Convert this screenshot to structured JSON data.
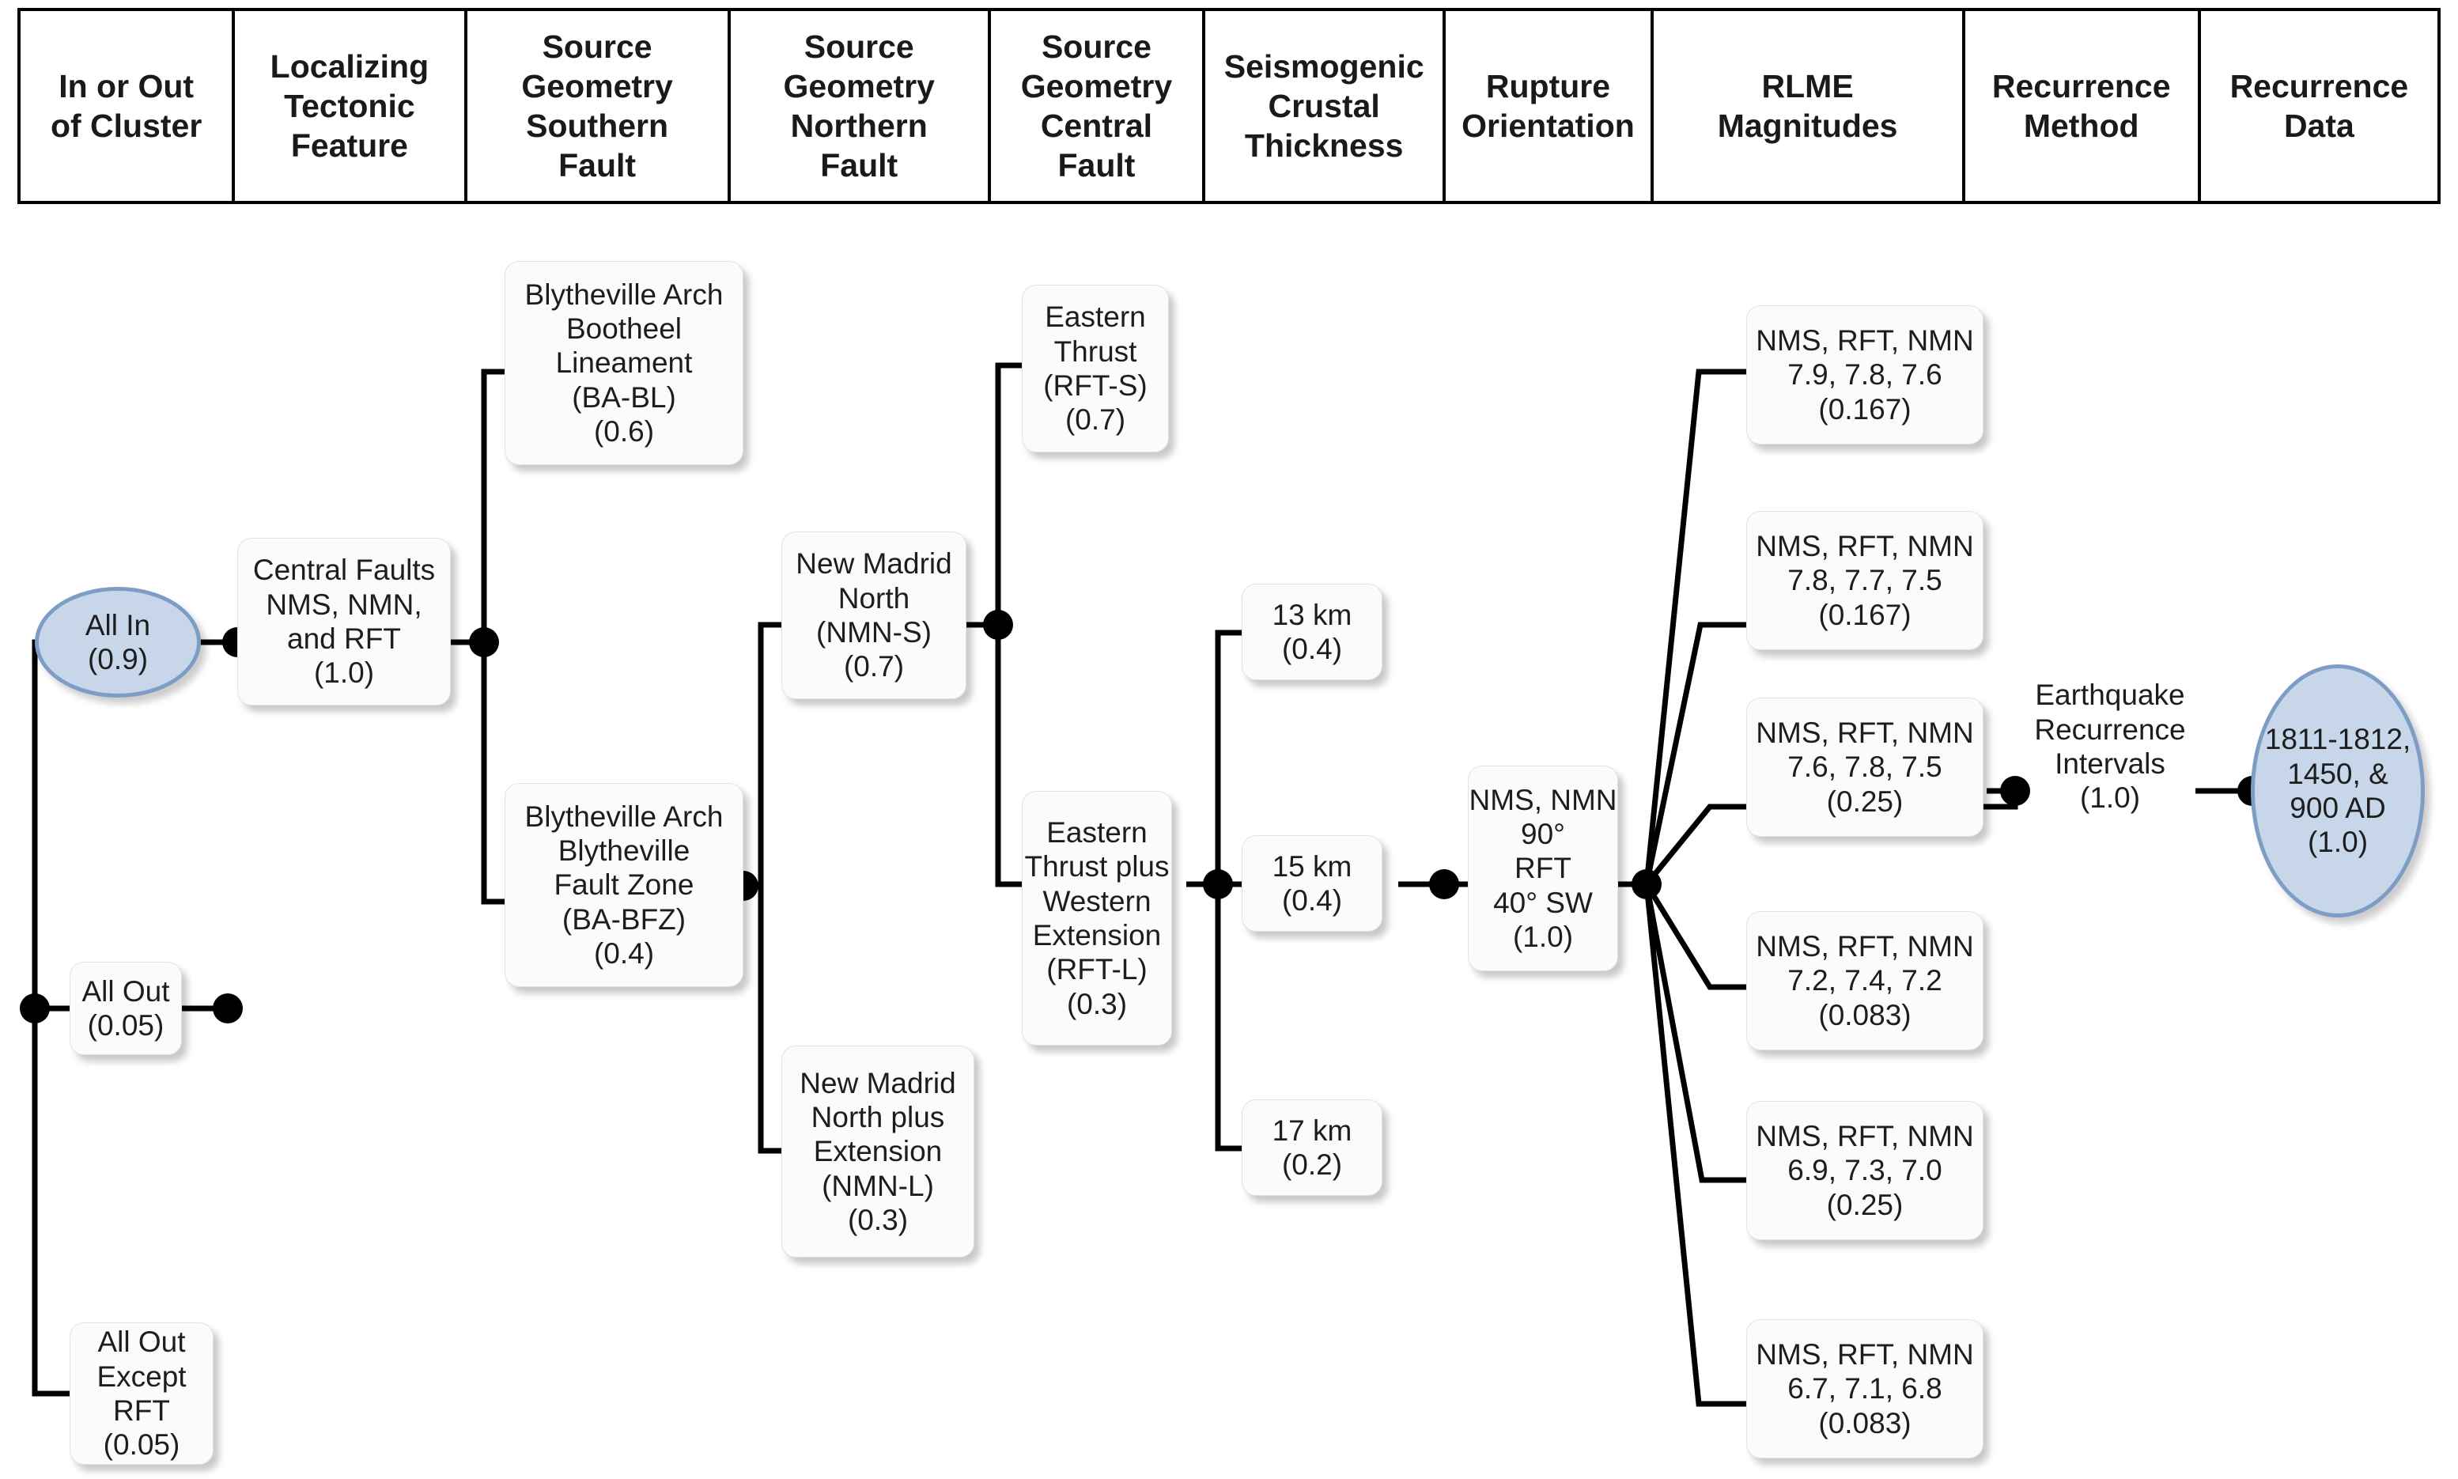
{
  "header": {
    "columns": [
      "In or Out\nof Cluster",
      "Localizing\nTectonic\nFeature",
      "Source\nGeometry\nSouthern\nFault",
      "Source\nGeometry\nNorthern\nFault",
      "Source\nGeometry\nCentral\nFault",
      "Seismogenic\nCrustal\nThickness",
      "Rupture\nOrientation",
      "RLME\nMagnitudes",
      "Recurrence\nMethod",
      "Recurrence\nData"
    ]
  },
  "colors": {
    "ellipse_fill": "#c8d6ea",
    "ellipse_stroke": "#7d9dc4",
    "box_fill": "#fbfbfb",
    "line": "#000000",
    "text": "#1d1d1d"
  },
  "chart_data": {
    "type": "tree",
    "title": "New Madrid Fault System logic tree",
    "levels": [
      "In or Out of Cluster",
      "Localizing Tectonic Feature",
      "Source Geometry Southern Fault",
      "Source Geometry Northern Fault",
      "Source Geometry Central Fault",
      "Seismogenic Crustal Thickness",
      "Rupture Orientation",
      "RLME Magnitudes",
      "Recurrence Method",
      "Recurrence Data"
    ],
    "nodes": [
      {
        "id": "all-in",
        "level": 0,
        "label": "All In",
        "weight": "0.9",
        "shape": "ellipse"
      },
      {
        "id": "all-out",
        "level": 0,
        "label": "All Out",
        "weight": "0.05",
        "shape": "box"
      },
      {
        "id": "all-out-except-rft",
        "level": 0,
        "label": "All Out\nExcept RFT",
        "weight": "0.05",
        "shape": "box"
      },
      {
        "id": "central-faults",
        "level": 1,
        "label": "Central Faults\nNMS, NMN,\nand RFT",
        "weight": "1.0",
        "shape": "box"
      },
      {
        "id": "ba-bl",
        "level": 2,
        "label": "Blytheville Arch\nBootheel\nLineament\n(BA-BL)",
        "weight": "0.6",
        "shape": "box"
      },
      {
        "id": "ba-bfz",
        "level": 2,
        "label": "Blytheville Arch\nBlytheville\nFault Zone\n(BA-BFZ)",
        "weight": "0.4",
        "shape": "box"
      },
      {
        "id": "nmn-s",
        "level": 3,
        "label": "New Madrid\nNorth\n(NMN-S)",
        "weight": "0.7",
        "shape": "box"
      },
      {
        "id": "nmn-l",
        "level": 3,
        "label": "New Madrid\nNorth plus\nExtension\n(NMN-L)",
        "weight": "0.3",
        "shape": "box"
      },
      {
        "id": "rft-s",
        "level": 4,
        "label": "Eastern\nThrust\n(RFT-S)",
        "weight": "0.7",
        "shape": "box"
      },
      {
        "id": "rft-l",
        "level": 4,
        "label": "Eastern\nThrust plus\nWestern\nExtension\n(RFT-L)",
        "weight": "0.3",
        "shape": "box"
      },
      {
        "id": "t13",
        "level": 5,
        "label": "13 km",
        "weight": "0.4",
        "shape": "box"
      },
      {
        "id": "t15",
        "level": 5,
        "label": "15 km",
        "weight": "0.4",
        "shape": "box"
      },
      {
        "id": "t17",
        "level": 5,
        "label": "17 km",
        "weight": "0.2",
        "shape": "box"
      },
      {
        "id": "rupture",
        "level": 6,
        "label": "NMS, NMN\n90°\nRFT\n40° SW",
        "weight": "1.0",
        "shape": "box"
      },
      {
        "id": "rlme1",
        "level": 7,
        "label": "NMS, RFT, NMN\n7.9,   7.8,   7.6",
        "weight": "0.167",
        "shape": "box"
      },
      {
        "id": "rlme2",
        "level": 7,
        "label": "NMS, RFT, NMN\n7.8,   7.7,   7.5",
        "weight": "0.167",
        "shape": "box"
      },
      {
        "id": "rlme3",
        "level": 7,
        "label": "NMS, RFT, NMN\n7.6,   7.8,   7.5",
        "weight": "0.25",
        "shape": "box"
      },
      {
        "id": "rlme4",
        "level": 7,
        "label": "NMS, RFT, NMN\n7.2,   7.4,   7.2",
        "weight": "0.083",
        "shape": "box"
      },
      {
        "id": "rlme5",
        "level": 7,
        "label": "NMS, RFT, NMN\n6.9,   7.3,   7.0",
        "weight": "0.25",
        "shape": "box"
      },
      {
        "id": "rlme6",
        "level": 7,
        "label": "NMS, RFT, NMN\n6.7,   7.1,   6.8",
        "weight": "0.083",
        "shape": "box"
      },
      {
        "id": "recurrence-method",
        "level": 8,
        "label": "Earthquake\nRecurrence\nIntervals",
        "weight": "1.0",
        "shape": "plain"
      },
      {
        "id": "recurrence-data",
        "level": 9,
        "label": "1811-1812,\n1450, &\n900 AD",
        "weight": "1.0",
        "shape": "ellipse"
      }
    ]
  },
  "nodes": {
    "all_in": {
      "text": "All In\n(0.9)"
    },
    "all_out": {
      "text": "All Out\n(0.05)"
    },
    "all_out_except_rft": {
      "text": "All Out\nExcept RFT\n(0.05)"
    },
    "central_faults": {
      "text": "Central Faults\nNMS, NMN,\nand RFT\n(1.0)"
    },
    "ba_bl": {
      "text": "Blytheville Arch\nBootheel\nLineament\n(BA-BL)\n(0.6)"
    },
    "ba_bfz": {
      "text": "Blytheville Arch\nBlytheville\nFault Zone\n(BA-BFZ)\n(0.4)"
    },
    "nmn_s": {
      "text": "New Madrid\nNorth\n(NMN-S)\n(0.7)"
    },
    "nmn_l": {
      "text": "New Madrid\nNorth plus\nExtension\n(NMN-L)\n(0.3)"
    },
    "rft_s": {
      "text": "Eastern\nThrust\n(RFT-S)\n(0.7)"
    },
    "rft_l": {
      "text": "Eastern\nThrust plus\nWestern\nExtension\n(RFT-L)\n(0.3)"
    },
    "thick_13": {
      "text": "13 km\n(0.4)"
    },
    "thick_15": {
      "text": "15 km\n(0.4)"
    },
    "thick_17": {
      "text": "17 km\n(0.2)"
    },
    "rupture": {
      "text": "NMS, NMN\n90°\nRFT\n40° SW\n(1.0)"
    },
    "rlme_1": {
      "text": "NMS, RFT, NMN\n7.9,   7.8,   7.6\n(0.167)"
    },
    "rlme_2": {
      "text": "NMS, RFT, NMN\n7.8,   7.7,   7.5\n(0.167)"
    },
    "rlme_3": {
      "text": "NMS, RFT, NMN\n7.6,   7.8,   7.5\n(0.25)"
    },
    "rlme_4": {
      "text": "NMS, RFT, NMN\n7.2,   7.4,   7.2\n(0.083)"
    },
    "rlme_5": {
      "text": "NMS, RFT, NMN\n6.9,   7.3,   7.0\n(0.25)"
    },
    "rlme_6": {
      "text": "NMS, RFT, NMN\n6.7,   7.1,   6.8\n(0.083)"
    },
    "recurrence_method": {
      "text": "Earthquake\nRecurrence\nIntervals\n(1.0)"
    },
    "recurrence_data": {
      "text": "1811-1812,\n1450, &\n900 AD\n(1.0)"
    }
  }
}
